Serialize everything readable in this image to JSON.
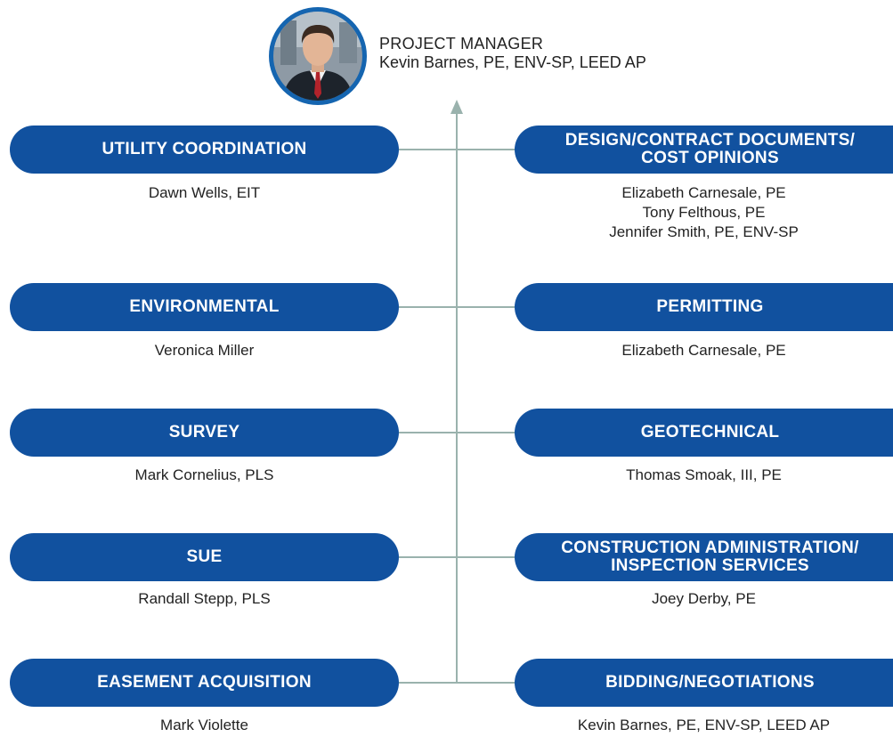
{
  "manager": {
    "role": "PROJECT MANAGER",
    "name": "Kevin Barnes, PE, ENV-SP, LEED AP",
    "photo_icon": "person-photo-icon"
  },
  "colors": {
    "pill": "#11519f",
    "avatar_ring": "#1565b0",
    "connector": "#9ab2ad",
    "text": "#222222"
  },
  "left": [
    {
      "title": "UTILITY COORDINATION",
      "members": [
        "Dawn Wells, EIT"
      ]
    },
    {
      "title": "ENVIRONMENTAL",
      "members": [
        "Veronica Miller"
      ]
    },
    {
      "title": "SURVEY",
      "members": [
        "Mark Cornelius, PLS"
      ]
    },
    {
      "title": "SUE",
      "members": [
        "Randall Stepp, PLS"
      ]
    },
    {
      "title": "EASEMENT ACQUISITION",
      "members": [
        "Mark Violette"
      ]
    }
  ],
  "right": [
    {
      "title_lines": [
        "DESIGN/CONTRACT DOCUMENTS/",
        "COST OPINIONS"
      ],
      "members": [
        "Elizabeth Carnesale, PE",
        "Tony Felthous, PE",
        "Jennifer Smith, PE, ENV-SP"
      ]
    },
    {
      "title_lines": [
        "PERMITTING"
      ],
      "members": [
        "Elizabeth Carnesale, PE"
      ]
    },
    {
      "title_lines": [
        "GEOTECHNICAL"
      ],
      "members": [
        "Thomas Smoak, III, PE"
      ]
    },
    {
      "title_lines": [
        "CONSTRUCTION ADMINISTRATION/",
        "INSPECTION SERVICES"
      ],
      "members": [
        "Joey Derby, PE"
      ]
    },
    {
      "title_lines": [
        "BIDDING/NEGOTIATIONS"
      ],
      "members": [
        "Kevin Barnes, PE, ENV-SP, LEED AP"
      ]
    }
  ]
}
